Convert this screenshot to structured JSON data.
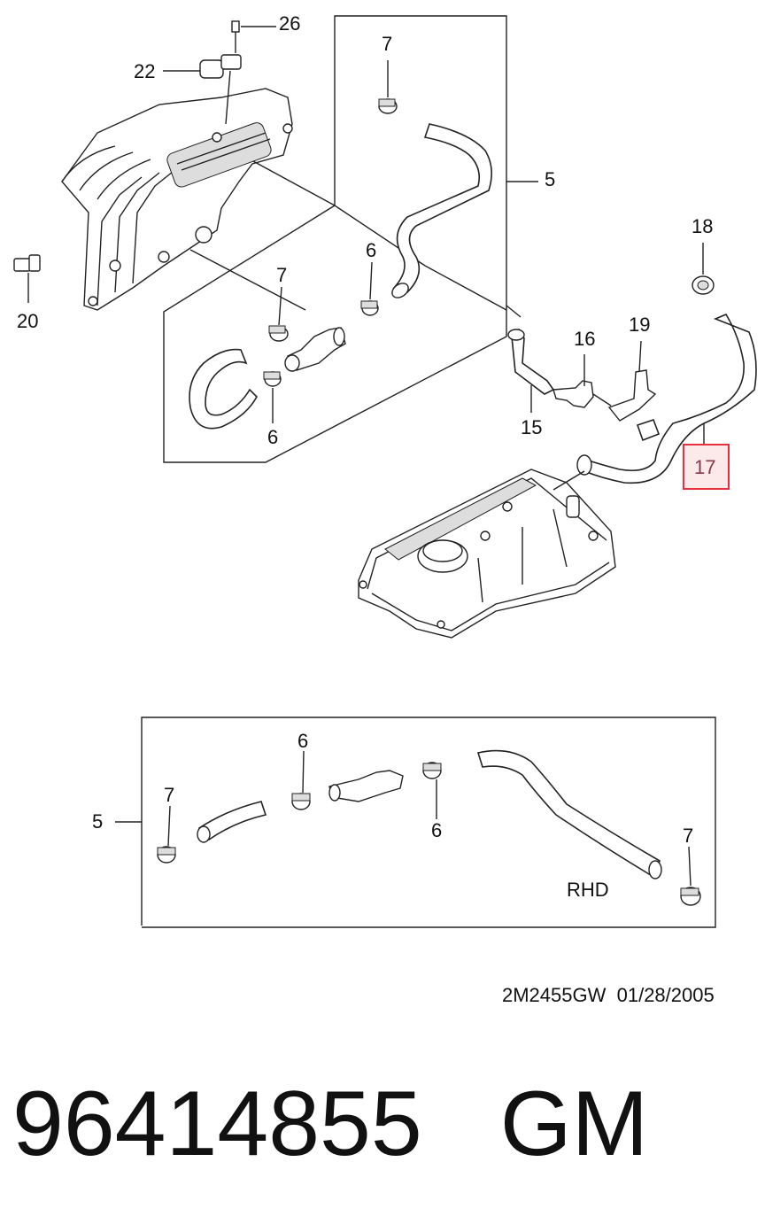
{
  "diagram": {
    "callouts": {
      "c26": "26",
      "c22": "22",
      "c20": "20",
      "c7_top": "7",
      "c5_main": "5",
      "c6_upper": "6",
      "c7_mid": "7",
      "c6_lower": "6",
      "c18": "18",
      "c16": "16",
      "c19": "19",
      "c15": "15",
      "c17": "17",
      "c6_rhd_top": "6",
      "c7_rhd_left": "7",
      "c5_rhd": "5",
      "c6_rhd_bottom": "6",
      "c7_rhd_right": "7"
    },
    "rhd_label": "RHD",
    "reference": "2M2455GW  01/28/2005",
    "highlight_color": "#e8303c"
  },
  "part": {
    "number": "96414855",
    "brand": "GM"
  }
}
